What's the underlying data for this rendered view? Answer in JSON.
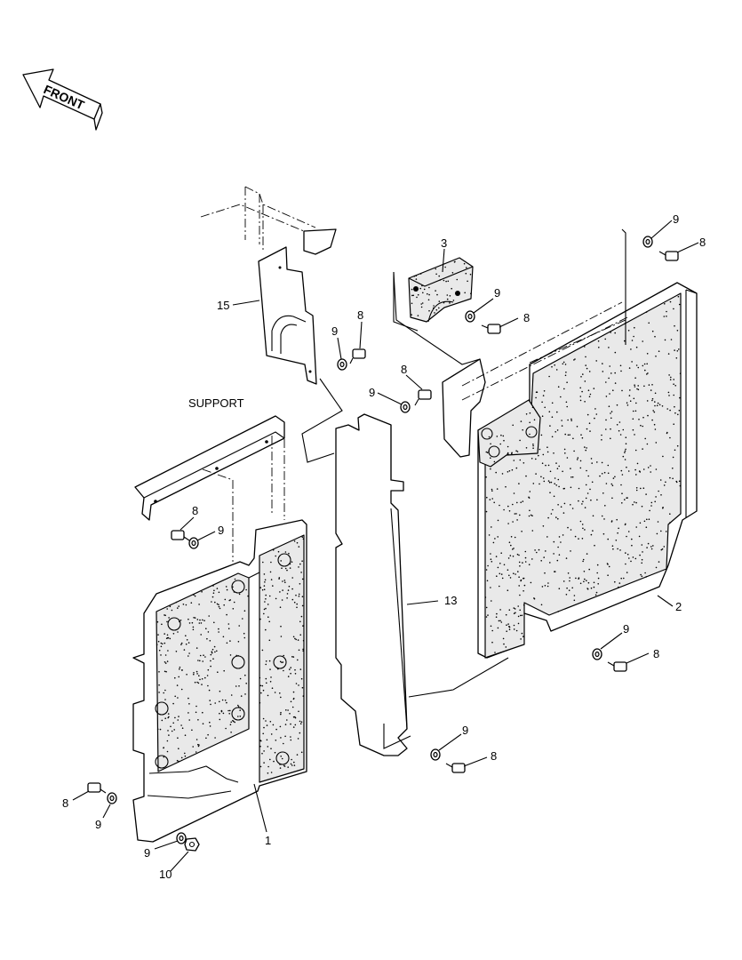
{
  "diagram": {
    "direction_arrow": {
      "label": "FRONT"
    },
    "section_labels": [
      {
        "text": "SUPPORT"
      }
    ],
    "callouts": [
      {
        "id": "c-15",
        "text": "15"
      },
      {
        "id": "c-3",
        "text": "3"
      },
      {
        "id": "c-9-a",
        "text": "9"
      },
      {
        "id": "c-8-a",
        "text": "8"
      },
      {
        "id": "c-9-b",
        "text": "9"
      },
      {
        "id": "c-8-b",
        "text": "8"
      },
      {
        "id": "c-9-c",
        "text": "9"
      },
      {
        "id": "c-8-c",
        "text": "8"
      },
      {
        "id": "c-9-d",
        "text": "9"
      },
      {
        "id": "c-8-d",
        "text": "8"
      },
      {
        "id": "c-8-e",
        "text": "8"
      },
      {
        "id": "c-9-e",
        "text": "9"
      },
      {
        "id": "c-13",
        "text": "13"
      },
      {
        "id": "c-2",
        "text": "2"
      },
      {
        "id": "c-9-f",
        "text": "9"
      },
      {
        "id": "c-8-f",
        "text": "8"
      },
      {
        "id": "c-9-g",
        "text": "9"
      },
      {
        "id": "c-8-g",
        "text": "8"
      },
      {
        "id": "c-8-h",
        "text": "8"
      },
      {
        "id": "c-9-h",
        "text": "9"
      },
      {
        "id": "c-9-i",
        "text": "9"
      },
      {
        "id": "c-10",
        "text": "10"
      },
      {
        "id": "c-1",
        "text": "1"
      }
    ]
  }
}
